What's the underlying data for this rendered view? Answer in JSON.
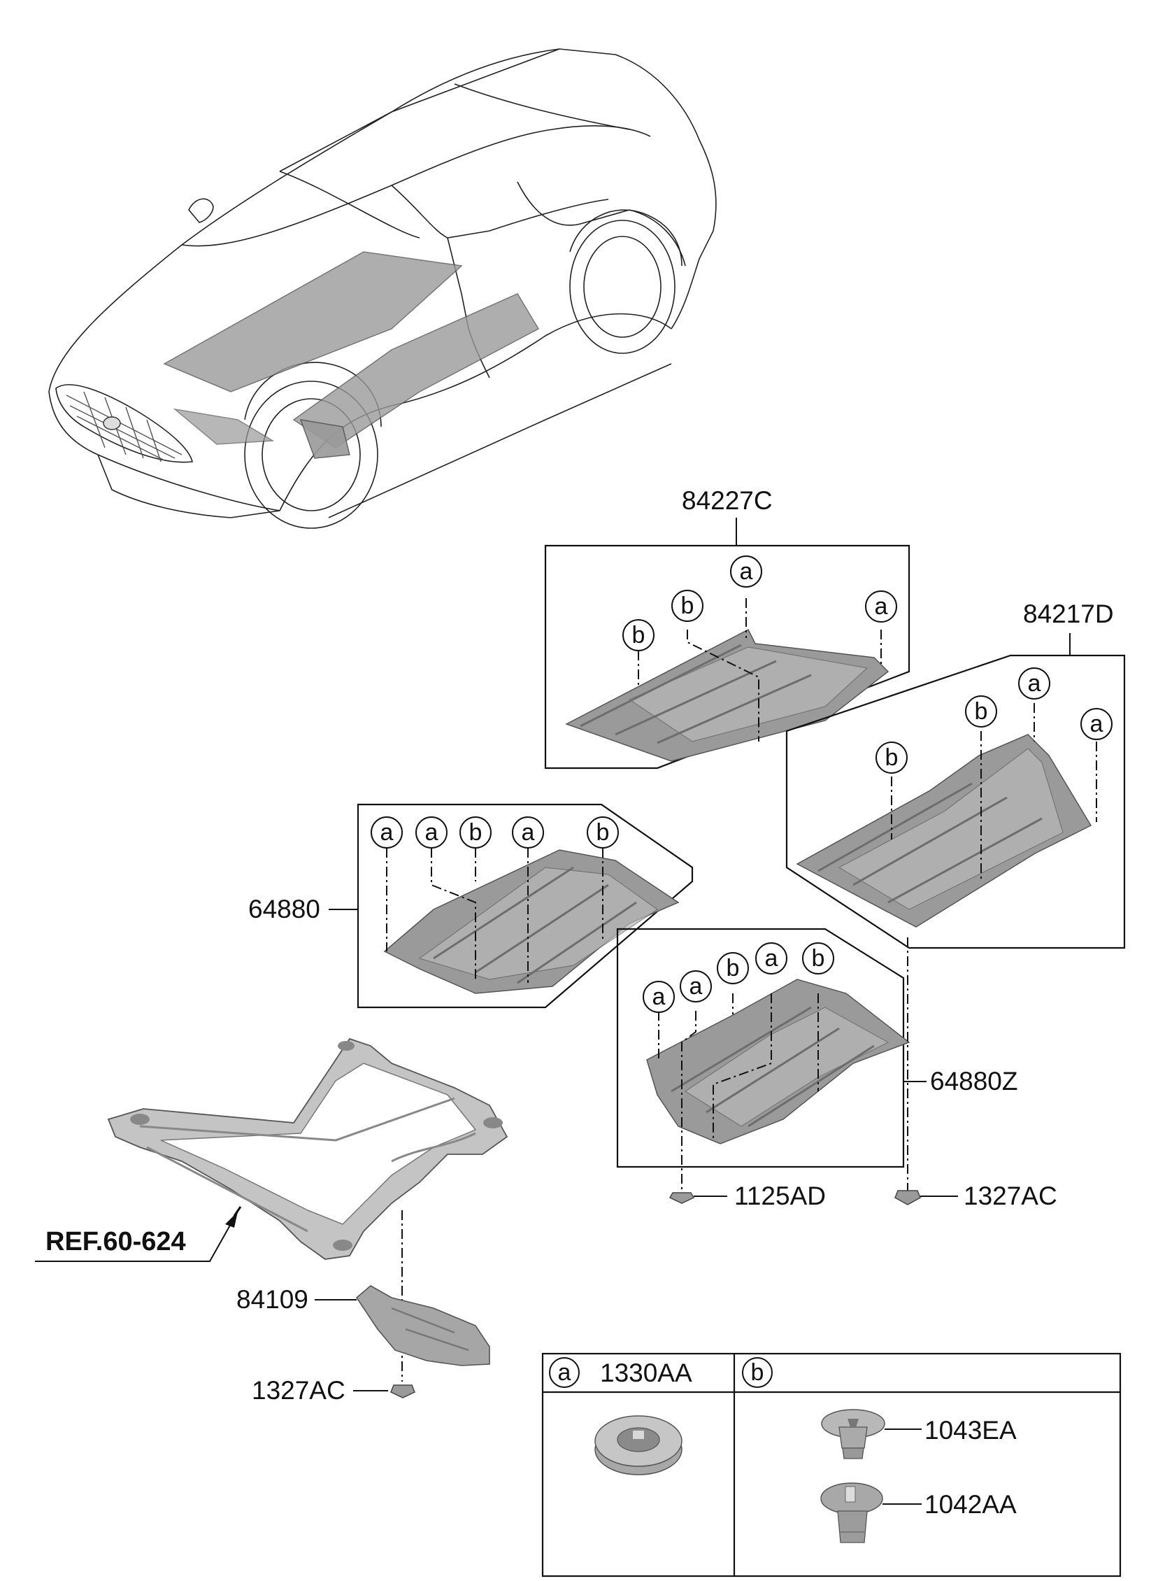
{
  "labels": {
    "p84227C": "84227C",
    "p84217D": "84217D",
    "p64880": "64880",
    "p64880Z": "64880Z",
    "p1125AD": "1125AD",
    "p1327AC_right": "1327AC",
    "p84109": "84109",
    "p1327AC_left": "1327AC",
    "ref": "REF.60-624"
  },
  "markers": {
    "a": "a",
    "b": "b"
  },
  "legend": {
    "col_a_marker": "a",
    "col_a_part": "1330AA",
    "col_b_marker": "b",
    "b_part_1": "1043EA",
    "b_part_2": "1042AA"
  }
}
